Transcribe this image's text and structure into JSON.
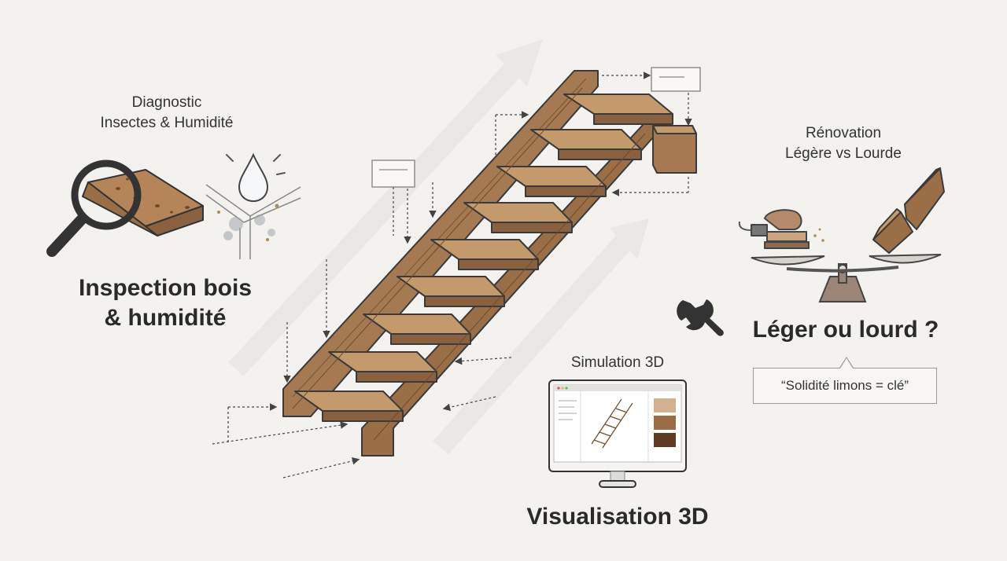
{
  "inspection": {
    "caption_line1": "Diagnostic",
    "caption_line2": "Insectes & Humidité",
    "title_line1": "Inspection bois",
    "title_line2": "& humidité"
  },
  "renovation": {
    "caption_line1": "Rénovation",
    "caption_line2": "Légère vs Lourde",
    "title": "Léger ou lourd ?",
    "quote": "“Solidité limons = clé”"
  },
  "simulation": {
    "caption": "Simulation 3D",
    "title": "Visualisation 3D"
  },
  "icons": [
    "magnifier-icon",
    "water-drop-icon",
    "staircase",
    "sander-icon",
    "balance-scale-icon",
    "broken-beam-icon",
    "wrench-icon",
    "monitor-icon"
  ],
  "colors": {
    "wood": "#a57a52",
    "wood_light": "#c49a6c",
    "wood_dark": "#6e4a2c",
    "outline": "#3a3a3a",
    "background": "#f3f2ef"
  }
}
